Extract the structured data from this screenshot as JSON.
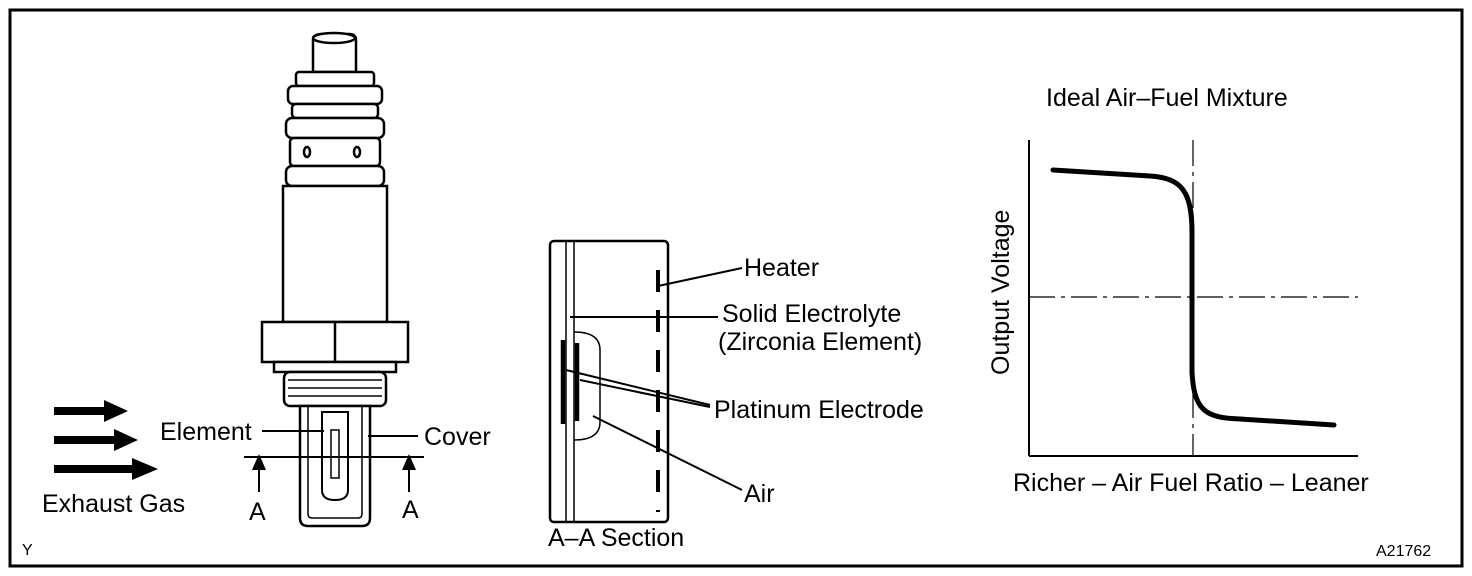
{
  "sensor": {
    "element_label": "Element",
    "cover_label": "Cover",
    "exhaust_label": "Exhaust Gas",
    "section_marker_left": "A",
    "section_marker_right": "A"
  },
  "section": {
    "heater_label": "Heater",
    "electrolyte_label_line1": "Solid Electrolyte",
    "electrolyte_label_line2": "(Zirconia Element)",
    "electrode_label": "Platinum Electrode",
    "air_label": "Air",
    "title": "A–A Section"
  },
  "graph": {
    "title": "Ideal Air–Fuel Mixture",
    "ylabel": "Output Voltage",
    "xlabel": "Richer – Air Fuel Ratio – Leaner"
  },
  "footer": {
    "corner_left": "Y",
    "figure_id": "A21762"
  }
}
